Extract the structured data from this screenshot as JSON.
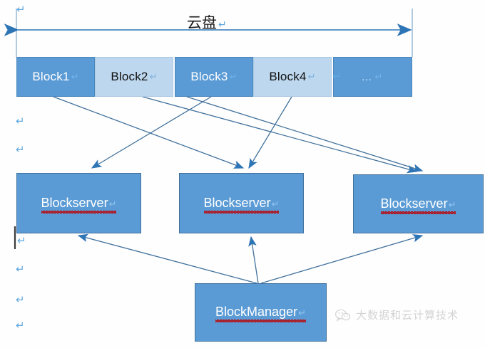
{
  "diagram": {
    "title": "云盘",
    "title_pilcrow": "↵",
    "disk_blocks": [
      {
        "label": "Block1",
        "pilcrow": "↵",
        "tone": "dark"
      },
      {
        "label": "Block2",
        "pilcrow": "↵",
        "tone": "light"
      },
      {
        "label": "Block3",
        "pilcrow": "↵",
        "tone": "dark"
      },
      {
        "label": "Block4",
        "pilcrow": "↵",
        "tone": "light"
      },
      {
        "label": "…",
        "pilcrow": "↵",
        "tone": "dots"
      }
    ],
    "servers": [
      {
        "label": "Blockserver",
        "pilcrow": "↵"
      },
      {
        "label": "Blockserver",
        "pilcrow": "↵"
      },
      {
        "label": "Blockserver",
        "pilcrow": "↵"
      }
    ],
    "manager": {
      "label": "BlockManager",
      "pilcrow": "↵"
    },
    "margin_pilcrows": [
      "↵",
      "↵",
      "↵",
      "↵",
      "↵",
      "↵",
      "↵",
      "↵"
    ],
    "watermark": {
      "text": "大数据和云计算技术"
    },
    "colors": {
      "block_dark": "#5b9bd5",
      "block_light": "#bdd7ee",
      "node_fill": "#5b9bd5",
      "node_border": "#41719c",
      "connector": "#41719c",
      "arrow_head": "#2e75b6",
      "pilcrow": "#5fa8e0",
      "spellcheck_underline": "#c00000"
    }
  }
}
